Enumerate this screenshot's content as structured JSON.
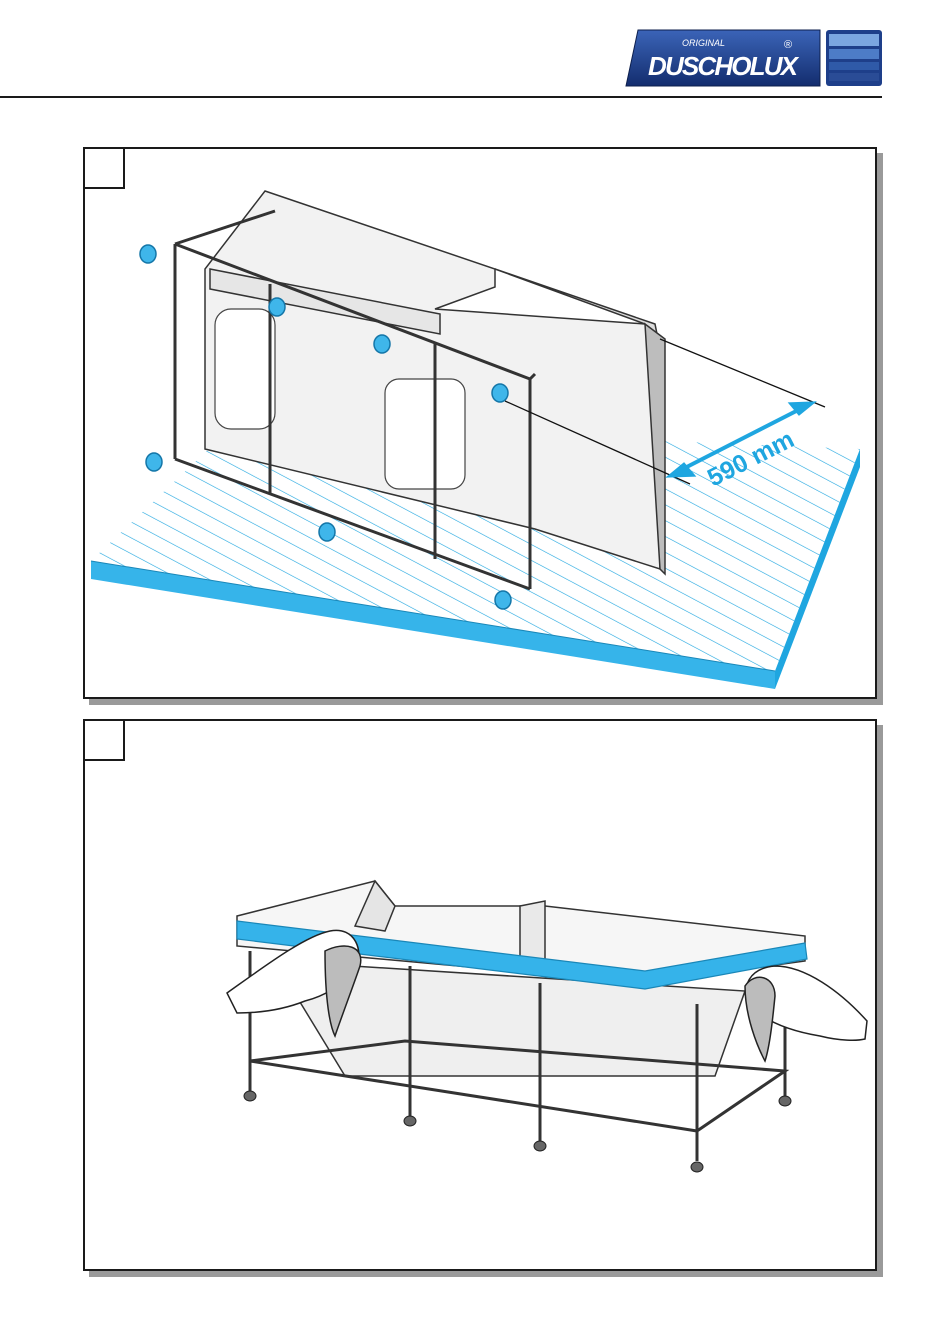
{
  "brand": {
    "small_text": "ORIGINAL",
    "name": "DUSCHOLUX",
    "registered": "®",
    "colors": {
      "primary": "#1e3f8a",
      "accent": "#1fa6e0"
    }
  },
  "panels": [
    {
      "step_label": "",
      "dimension_label": "590 mm"
    },
    {
      "step_label": ""
    }
  ]
}
